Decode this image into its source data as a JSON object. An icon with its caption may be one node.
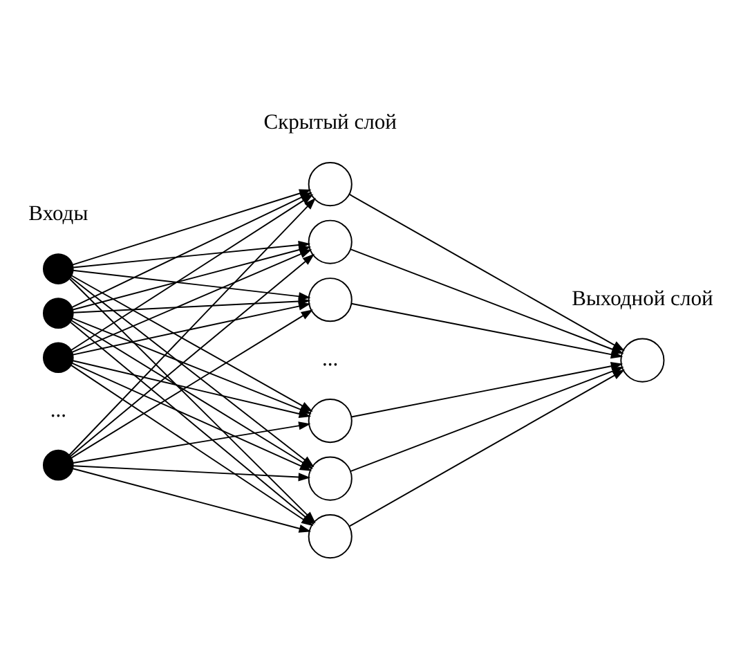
{
  "diagram": {
    "nodes": [
      {
        "text": [],
        "shape": "circle"
      },
      {
        "text": [],
        "shape": "circle"
      },
      {
        "text": [],
        "shape": "circle"
      },
      {
        "text": [],
        "shape": "circle"
      },
      {
        "text": [],
        "shape": "circle"
      },
      {
        "text": [],
        "shape": "circle"
      },
      {
        "text": [],
        "shape": "circle"
      },
      {
        "text": [],
        "shape": "circle"
      },
      {
        "text": [],
        "shape": "circle"
      },
      {
        "text": [],
        "shape": "circle"
      },
      {
        "text": [],
        "shape": "circle"
      }
    ],
    "edges": [
      {
        "from": 0,
        "to": 4,
        "arrow": "to"
      },
      {
        "from": 0,
        "to": 5,
        "arrow": "to"
      },
      {
        "from": 0,
        "to": 6,
        "arrow": "to"
      },
      {
        "from": 0,
        "to": 7,
        "arrow": "to"
      },
      {
        "from": 0,
        "to": 8,
        "arrow": "to"
      },
      {
        "from": 0,
        "to": 9,
        "arrow": "to"
      },
      {
        "from": 1,
        "to": 4,
        "arrow": "to"
      },
      {
        "from": 1,
        "to": 5,
        "arrow": "to"
      },
      {
        "from": 1,
        "to": 6,
        "arrow": "to"
      },
      {
        "from": 1,
        "to": 7,
        "arrow": "to"
      },
      {
        "from": 1,
        "to": 8,
        "arrow": "to"
      },
      {
        "from": 1,
        "to": 9,
        "arrow": "to"
      },
      {
        "from": 2,
        "to": 4,
        "arrow": "to"
      },
      {
        "from": 2,
        "to": 5,
        "arrow": "to"
      },
      {
        "from": 2,
        "to": 6,
        "arrow": "to"
      },
      {
        "from": 2,
        "to": 7,
        "arrow": "to"
      },
      {
        "from": 2,
        "to": 8,
        "arrow": "to"
      },
      {
        "from": 2,
        "to": 9,
        "arrow": "to"
      },
      {
        "from": 3,
        "to": 4,
        "arrow": "to"
      },
      {
        "from": 3,
        "to": 5,
        "arrow": "to"
      },
      {
        "from": 3,
        "to": 6,
        "arrow": "to"
      },
      {
        "from": 3,
        "to": 7,
        "arrow": "to"
      },
      {
        "from": 3,
        "to": 8,
        "arrow": "to"
      },
      {
        "from": 3,
        "to": 9,
        "arrow": "to"
      },
      {
        "from": 4,
        "to": 10,
        "arrow": "to"
      },
      {
        "from": 5,
        "to": 10,
        "arrow": "to"
      },
      {
        "from": 6,
        "to": 10,
        "arrow": "to"
      },
      {
        "from": 7,
        "to": 10,
        "arrow": "to"
      },
      {
        "from": 8,
        "to": 10,
        "arrow": "to"
      },
      {
        "from": 9,
        "to": 10,
        "arrow": "to"
      }
    ],
    "labels": [
      "Скрытый слой",
      "Входы",
      "Выходной слой",
      "...",
      "..."
    ]
  }
}
